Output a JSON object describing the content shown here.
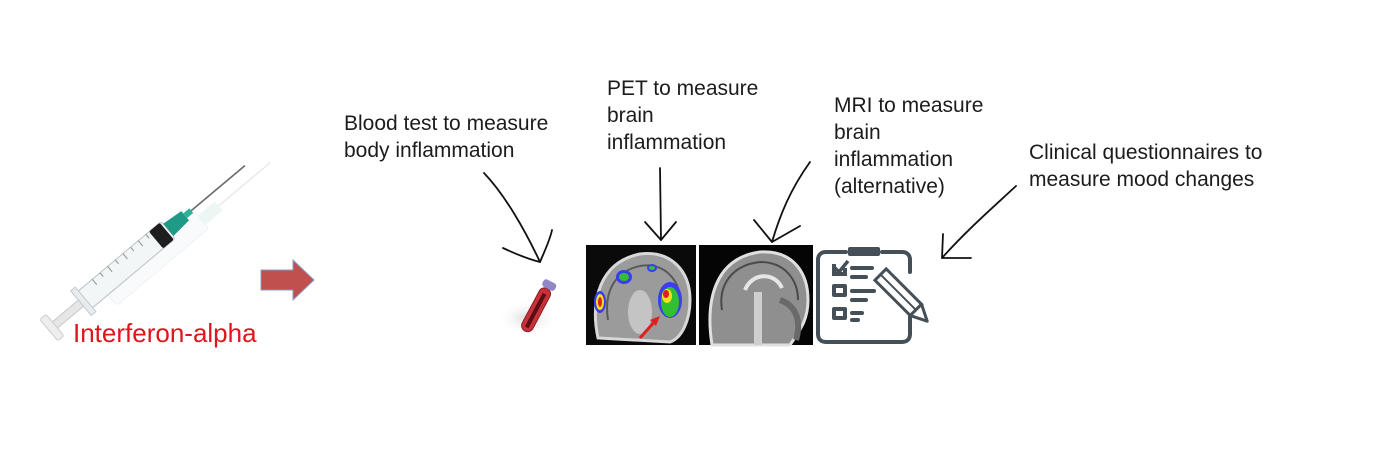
{
  "drug": {
    "label": "Interferon-alpha",
    "label_color": "#e0141c",
    "icon": "syringe-icon"
  },
  "flow_arrow": {
    "icon": "right-arrow-icon",
    "color": "#c0504d"
  },
  "measurements": [
    {
      "label": "Blood test to measure\nbody inflammation",
      "icon": "blood-tube-icon"
    },
    {
      "label": "PET to measure\nbrain\ninflammation",
      "icon": "pet-brain-scan-image"
    },
    {
      "label": "MRI to measure\nbrain\ninflammation\n(alternative)",
      "icon": "mri-brain-scan-image"
    },
    {
      "label": "Clinical questionnaires to\nmeasure mood changes",
      "icon": "clipboard-checklist-icon"
    }
  ]
}
